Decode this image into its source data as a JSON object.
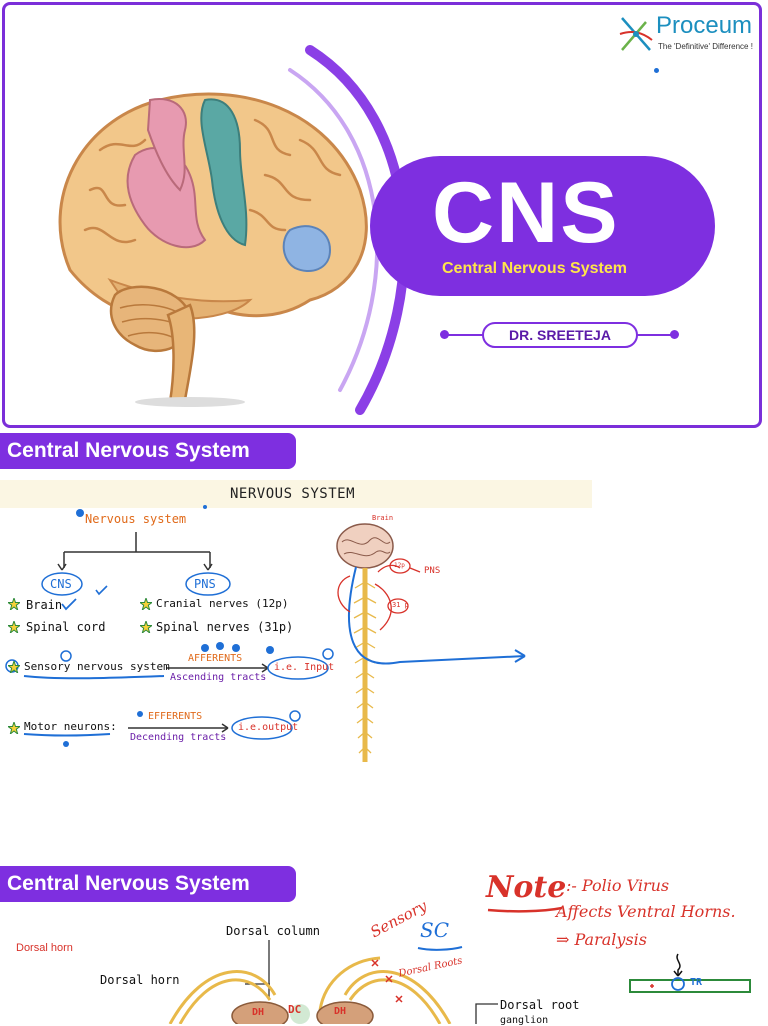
{
  "logo": {
    "name": "Proceum",
    "tagline": "The 'Definitive' Difference !"
  },
  "title_slide": {
    "title": "CNS",
    "subtitle": "Central Nervous System",
    "author": "DR. SREETEJA"
  },
  "section2": {
    "header": "Central Nervous System",
    "band_title": "NERVOUS SYSTEM",
    "root": "Nervous system",
    "cns": "CNS",
    "pns": "PNS",
    "cns_items": [
      "Brain",
      "Spinal cord"
    ],
    "pns_items": [
      "Cranial nerves (12p)",
      "Spinal nerves (31p)"
    ],
    "sensory": "Sensory nervous system",
    "afferents": "AFFERENTS",
    "ascending": "Ascending tracts",
    "input": "i.e. Input",
    "motor": "Motor neurons:",
    "efferents": "EFFERENTS",
    "descending": "Decending tracts",
    "output": "i.e.output",
    "diagram_labels": {
      "brain": "Brain",
      "pns": "PNS",
      "mid1": "12p",
      "mid2": "31 p"
    }
  },
  "section3": {
    "header": "Central Nervous System",
    "labels": {
      "dorsal_horn_red": "Dorsal horn",
      "dorsal_column": "Dorsal column",
      "dorsal_horn": "Dorsal horn",
      "dh_left": "DH",
      "dc": "DC",
      "dh_right": "DH",
      "dorsal_root": "Dorsal root",
      "ganglion": "ganglion",
      "sensory": "Sensory",
      "sc": "SC",
      "dorsal_roots": "Dorsal Roots",
      "tr": "TR"
    },
    "note": {
      "heading": "Note",
      "line1": ":- Polio Virus",
      "line2": "Affects Ventral Horns.",
      "line3": "⇒ Paralysis"
    }
  }
}
